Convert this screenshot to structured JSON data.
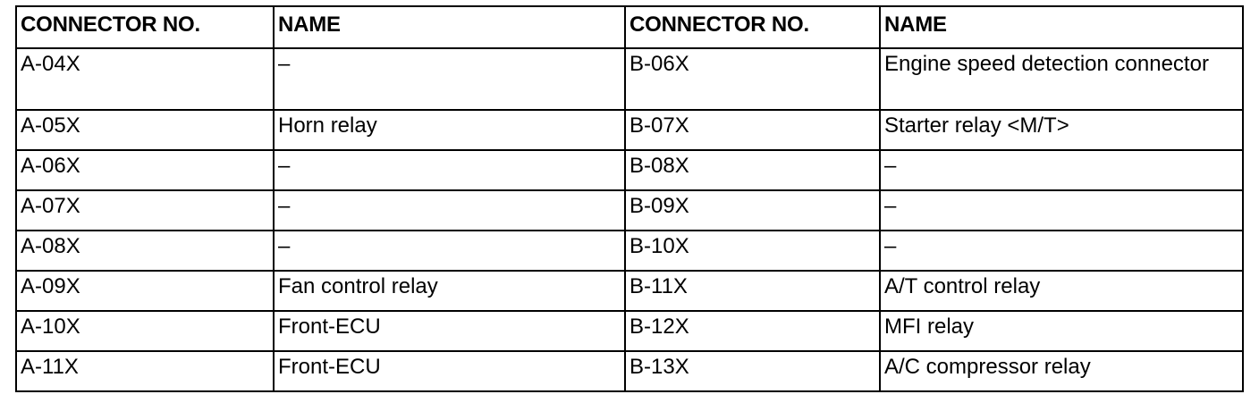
{
  "table": {
    "headers": [
      "CONNECTOR NO.",
      "NAME",
      "CONNECTOR NO.",
      "NAME"
    ],
    "rows": [
      [
        "A-04X",
        "–",
        "B-06X",
        "Engine speed detection connector"
      ],
      [
        "A-05X",
        "Horn relay",
        "B-07X",
        "Starter relay <M/T>"
      ],
      [
        "A-06X",
        "–",
        "B-08X",
        "–"
      ],
      [
        "A-07X",
        "–",
        "B-09X",
        "–"
      ],
      [
        "A-08X",
        "–",
        "B-10X",
        "–"
      ],
      [
        "A-09X",
        "Fan control relay",
        "B-11X",
        "A/T control relay"
      ],
      [
        "A-10X",
        "Front-ECU",
        "B-12X",
        "MFI relay"
      ],
      [
        "A-11X",
        "Front-ECU",
        "B-13X",
        "A/C compressor relay"
      ]
    ]
  }
}
